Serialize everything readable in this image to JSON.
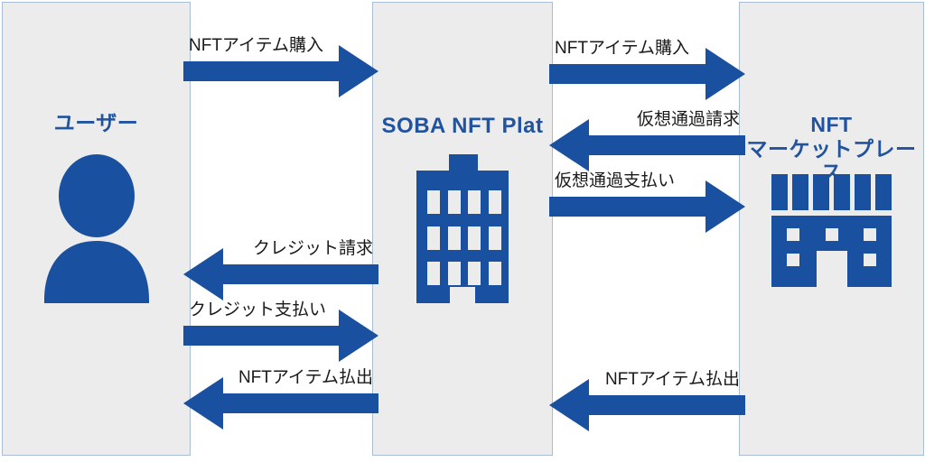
{
  "diagram": {
    "background_color": "#ffffff",
    "accent_color": "#1a50a0",
    "panel_color": "#ececec",
    "panel_border_color": "#a9bdd4",
    "title_color": "#22539f",
    "label_color": "#1a1a1a"
  },
  "actors": [
    {
      "id": "user",
      "title": "ユーザー",
      "icon": "person-icon"
    },
    {
      "id": "soba",
      "title": "SOBA NFT Plat",
      "icon": "office-building-icon"
    },
    {
      "id": "market",
      "title": "NFT\nマーケットプレース",
      "icon": "storefront-icon"
    }
  ],
  "flows": {
    "user_soba": [
      {
        "id": "l1",
        "label": "NFTアイテム購入",
        "direction": "right",
        "label_align": "left"
      },
      {
        "id": "l2",
        "label": "クレジット請求",
        "direction": "left",
        "label_align": "right"
      },
      {
        "id": "l3",
        "label": "クレジット支払い",
        "direction": "right",
        "label_align": "left"
      },
      {
        "id": "l4",
        "label": "NFTアイテム払出",
        "direction": "left",
        "label_align": "right"
      }
    ],
    "soba_market": [
      {
        "id": "r1",
        "label": "NFTアイテム購入",
        "direction": "right",
        "label_align": "left"
      },
      {
        "id": "r2",
        "label": "仮想通過請求",
        "direction": "left",
        "label_align": "right"
      },
      {
        "id": "r3",
        "label": "仮想通過支払い",
        "direction": "right",
        "label_align": "left"
      },
      {
        "id": "r4",
        "label": "NFTアイテム払出",
        "direction": "left",
        "label_align": "right"
      }
    ]
  }
}
